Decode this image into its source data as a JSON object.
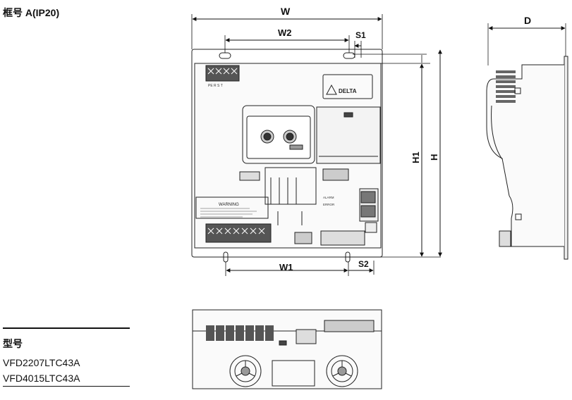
{
  "frame_title": "框号 A(IP20)",
  "model_heading": "型号",
  "models": [
    "VFD2207LTC43A",
    "VFD4015LTC43A"
  ],
  "dimensions": {
    "W": "W",
    "W2": "W2",
    "S1": "S1",
    "H1": "H1",
    "H": "H",
    "D": "D",
    "W1": "W1",
    "S2": "S2"
  },
  "device_labels": {
    "brand": "DELTA",
    "warning": "WARNING",
    "alarm": "ALARM",
    "error": "ERROR",
    "input_terminals": "PE R S T"
  }
}
